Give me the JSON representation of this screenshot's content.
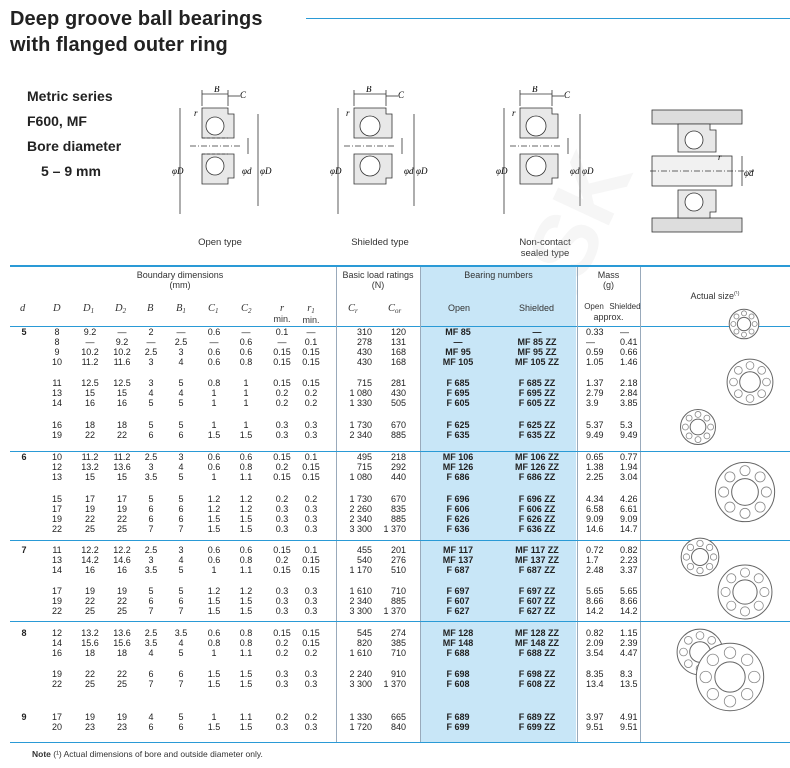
{
  "title": {
    "line1": "Deep groove ball bearings",
    "line2": "with flanged outer ring"
  },
  "series": {
    "line1": "Metric series",
    "line2": "F600, MF",
    "line3": "Bore diameter",
    "line4": "5 – 9 mm"
  },
  "diagrams": {
    "open": "Open type",
    "shielded": "Shielded type",
    "noncontact_1": "Non-contact",
    "noncontact_2": "sealed type"
  },
  "diagram_labels": {
    "B": "B",
    "C1": "C",
    "B1": "B",
    "C2": "C",
    "r": "r",
    "r1": "r",
    "D": "φD",
    "d": "φd",
    "D1": "φD",
    "D2": "φD",
    "rb": "r",
    "db": "φd"
  },
  "table_header": {
    "boundary": "Boundary dimensions",
    "boundary_unit": "(mm)",
    "load": "Basic load ratings",
    "load_unit": "(N)",
    "numbers": "Bearing numbers",
    "open": "Open",
    "shielded": "Shielded",
    "mass": "Mass",
    "mass_unit": "(g)",
    "mass_open": "Open",
    "mass_shielded": "Shielded",
    "approx": "approx.",
    "actual": "Actual size",
    "min": "min.",
    "cols": [
      "d",
      "D",
      "D1",
      "D2",
      "B",
      "B1",
      "C1",
      "C2",
      "r",
      "r1",
      "Cr",
      "Cor"
    ]
  },
  "rows": [
    {
      "d": "5",
      "D": "8",
      "D1": "9.2",
      "D2": "—",
      "B": "2",
      "B1": "—",
      "C1": "0.6",
      "C2": "—",
      "r": "0.1",
      "r1": "—",
      "Cr": "310",
      "Cor": "120",
      "open": "MF 85",
      "shield": "—",
      "mo": "0.33",
      "ms": "—"
    },
    {
      "d": "",
      "D": "8",
      "D1": "—",
      "D2": "9.2",
      "B": "—",
      "B1": "2.5",
      "C1": "—",
      "C2": "0.6",
      "r": "—",
      "r1": "0.1",
      "Cr": "278",
      "Cor": "131",
      "open": "—",
      "shield": "MF 85 ZZ",
      "mo": "—",
      "ms": "0.41"
    },
    {
      "d": "",
      "D": "9",
      "D1": "10.2",
      "D2": "10.2",
      "B": "2.5",
      "B1": "3",
      "C1": "0.6",
      "C2": "0.6",
      "r": "0.15",
      "r1": "0.15",
      "Cr": "430",
      "Cor": "168",
      "open": "MF 95",
      "shield": "MF 95 ZZ",
      "mo": "0.59",
      "ms": "0.66"
    },
    {
      "d": "",
      "D": "10",
      "D1": "11.2",
      "D2": "11.6",
      "B": "3",
      "B1": "4",
      "C1": "0.6",
      "C2": "0.8",
      "r": "0.15",
      "r1": "0.15",
      "Cr": "430",
      "Cor": "168",
      "open": "MF 105",
      "shield": "MF 105 ZZ",
      "mo": "1.05",
      "ms": "1.46"
    },
    {
      "d": "",
      "D": "11",
      "D1": "12.5",
      "D2": "12.5",
      "B": "3",
      "B1": "5",
      "C1": "0.8",
      "C2": "1",
      "r": "0.15",
      "r1": "0.15",
      "Cr": "715",
      "Cor": "281",
      "open": "F 685",
      "shield": "F 685 ZZ",
      "mo": "1.37",
      "ms": "2.18"
    },
    {
      "d": "",
      "D": "13",
      "D1": "15",
      "D2": "15",
      "B": "4",
      "B1": "4",
      "C1": "1",
      "C2": "1",
      "r": "0.2",
      "r1": "0.2",
      "Cr": "1 080",
      "Cor": "430",
      "open": "F 695",
      "shield": "F 695 ZZ",
      "mo": "2.79",
      "ms": "2.84"
    },
    {
      "d": "",
      "D": "14",
      "D1": "16",
      "D2": "16",
      "B": "5",
      "B1": "5",
      "C1": "1",
      "C2": "1",
      "r": "0.2",
      "r1": "0.2",
      "Cr": "1 330",
      "Cor": "505",
      "open": "F 605",
      "shield": "F 605 ZZ",
      "mo": "3.9",
      "ms": "3.85"
    },
    {
      "d": "",
      "D": "16",
      "D1": "18",
      "D2": "18",
      "B": "5",
      "B1": "5",
      "C1": "1",
      "C2": "1",
      "r": "0.3",
      "r1": "0.3",
      "Cr": "1 730",
      "Cor": "670",
      "open": "F 625",
      "shield": "F 625 ZZ",
      "mo": "5.37",
      "ms": "5.3"
    },
    {
      "d": "",
      "D": "19",
      "D1": "22",
      "D2": "22",
      "B": "6",
      "B1": "6",
      "C1": "1.5",
      "C2": "1.5",
      "r": "0.3",
      "r1": "0.3",
      "Cr": "2 340",
      "Cor": "885",
      "open": "F 635",
      "shield": "F 635 ZZ",
      "mo": "9.49",
      "ms": "9.49"
    },
    {
      "d": "6",
      "D": "10",
      "D1": "11.2",
      "D2": "11.2",
      "B": "2.5",
      "B1": "3",
      "C1": "0.6",
      "C2": "0.6",
      "r": "0.15",
      "r1": "0.1",
      "Cr": "495",
      "Cor": "218",
      "open": "MF 106",
      "shield": "MF 106 ZZ",
      "mo": "0.65",
      "ms": "0.77"
    },
    {
      "d": "",
      "D": "12",
      "D1": "13.2",
      "D2": "13.6",
      "B": "3",
      "B1": "4",
      "C1": "0.6",
      "C2": "0.8",
      "r": "0.2",
      "r1": "0.15",
      "Cr": "715",
      "Cor": "292",
      "open": "MF 126",
      "shield": "MF 126 ZZ",
      "mo": "1.38",
      "ms": "1.94"
    },
    {
      "d": "",
      "D": "13",
      "D1": "15",
      "D2": "15",
      "B": "3.5",
      "B1": "5",
      "C1": "1",
      "C2": "1.1",
      "r": "0.15",
      "r1": "0.15",
      "Cr": "1 080",
      "Cor": "440",
      "open": "F 686",
      "shield": "F 686 ZZ",
      "mo": "2.25",
      "ms": "3.04"
    },
    {
      "d": "",
      "D": "15",
      "D1": "17",
      "D2": "17",
      "B": "5",
      "B1": "5",
      "C1": "1.2",
      "C2": "1.2",
      "r": "0.2",
      "r1": "0.2",
      "Cr": "1 730",
      "Cor": "670",
      "open": "F 696",
      "shield": "F 696 ZZ",
      "mo": "4.34",
      "ms": "4.26"
    },
    {
      "d": "",
      "D": "17",
      "D1": "19",
      "D2": "19",
      "B": "6",
      "B1": "6",
      "C1": "1.2",
      "C2": "1.2",
      "r": "0.3",
      "r1": "0.3",
      "Cr": "2 260",
      "Cor": "835",
      "open": "F 606",
      "shield": "F 606 ZZ",
      "mo": "6.58",
      "ms": "6.61"
    },
    {
      "d": "",
      "D": "19",
      "D1": "22",
      "D2": "22",
      "B": "6",
      "B1": "6",
      "C1": "1.5",
      "C2": "1.5",
      "r": "0.3",
      "r1": "0.3",
      "Cr": "2 340",
      "Cor": "885",
      "open": "F 626",
      "shield": "F 626 ZZ",
      "mo": "9.09",
      "ms": "9.09"
    },
    {
      "d": "",
      "D": "22",
      "D1": "25",
      "D2": "25",
      "B": "7",
      "B1": "7",
      "C1": "1.5",
      "C2": "1.5",
      "r": "0.3",
      "r1": "0.3",
      "Cr": "3 300",
      "Cor": "1 370",
      "open": "F 636",
      "shield": "F 636 ZZ",
      "mo": "14.6",
      "ms": "14.7"
    },
    {
      "d": "7",
      "D": "11",
      "D1": "12.2",
      "D2": "12.2",
      "B": "2.5",
      "B1": "3",
      "C1": "0.6",
      "C2": "0.6",
      "r": "0.15",
      "r1": "0.1",
      "Cr": "455",
      "Cor": "201",
      "open": "MF 117",
      "shield": "MF 117 ZZ",
      "mo": "0.72",
      "ms": "0.82"
    },
    {
      "d": "",
      "D": "13",
      "D1": "14.2",
      "D2": "14.6",
      "B": "3",
      "B1": "4",
      "C1": "0.6",
      "C2": "0.8",
      "r": "0.2",
      "r1": "0.15",
      "Cr": "540",
      "Cor": "276",
      "open": "MF 137",
      "shield": "MF 137 ZZ",
      "mo": "1.7",
      "ms": "2.23"
    },
    {
      "d": "",
      "D": "14",
      "D1": "16",
      "D2": "16",
      "B": "3.5",
      "B1": "5",
      "C1": "1",
      "C2": "1.1",
      "r": "0.15",
      "r1": "0.15",
      "Cr": "1 170",
      "Cor": "510",
      "open": "F 687",
      "shield": "F 687 ZZ",
      "mo": "2.48",
      "ms": "3.37"
    },
    {
      "d": "",
      "D": "17",
      "D1": "19",
      "D2": "19",
      "B": "5",
      "B1": "5",
      "C1": "1.2",
      "C2": "1.2",
      "r": "0.3",
      "r1": "0.3",
      "Cr": "1 610",
      "Cor": "710",
      "open": "F 697",
      "shield": "F 697 ZZ",
      "mo": "5.65",
      "ms": "5.65"
    },
    {
      "d": "",
      "D": "19",
      "D1": "22",
      "D2": "22",
      "B": "6",
      "B1": "6",
      "C1": "1.5",
      "C2": "1.5",
      "r": "0.3",
      "r1": "0.3",
      "Cr": "2 340",
      "Cor": "885",
      "open": "F 607",
      "shield": "F 607 ZZ",
      "mo": "8.66",
      "ms": "8.66"
    },
    {
      "d": "",
      "D": "22",
      "D1": "25",
      "D2": "25",
      "B": "7",
      "B1": "7",
      "C1": "1.5",
      "C2": "1.5",
      "r": "0.3",
      "r1": "0.3",
      "Cr": "3 300",
      "Cor": "1 370",
      "open": "F 627",
      "shield": "F 627 ZZ",
      "mo": "14.2",
      "ms": "14.2"
    },
    {
      "d": "8",
      "D": "12",
      "D1": "13.2",
      "D2": "13.6",
      "B": "2.5",
      "B1": "3.5",
      "C1": "0.6",
      "C2": "0.8",
      "r": "0.15",
      "r1": "0.15",
      "Cr": "545",
      "Cor": "274",
      "open": "MF 128",
      "shield": "MF 128 ZZ",
      "mo": "0.82",
      "ms": "1.15"
    },
    {
      "d": "",
      "D": "14",
      "D1": "15.6",
      "D2": "15.6",
      "B": "3.5",
      "B1": "4",
      "C1": "0.8",
      "C2": "0.8",
      "r": "0.2",
      "r1": "0.15",
      "Cr": "820",
      "Cor": "385",
      "open": "MF 148",
      "shield": "MF 148 ZZ",
      "mo": "2.09",
      "ms": "2.39"
    },
    {
      "d": "",
      "D": "16",
      "D1": "18",
      "D2": "18",
      "B": "4",
      "B1": "5",
      "C1": "1",
      "C2": "1.1",
      "r": "0.2",
      "r1": "0.2",
      "Cr": "1 610",
      "Cor": "710",
      "open": "F 688",
      "shield": "F 688 ZZ",
      "mo": "3.54",
      "ms": "4.47"
    },
    {
      "d": "",
      "D": "19",
      "D1": "22",
      "D2": "22",
      "B": "6",
      "B1": "6",
      "C1": "1.5",
      "C2": "1.5",
      "r": "0.3",
      "r1": "0.3",
      "Cr": "2 240",
      "Cor": "910",
      "open": "F 698",
      "shield": "F 698 ZZ",
      "mo": "8.35",
      "ms": "8.3"
    },
    {
      "d": "",
      "D": "22",
      "D1": "25",
      "D2": "25",
      "B": "7",
      "B1": "7",
      "C1": "1.5",
      "C2": "1.5",
      "r": "0.3",
      "r1": "0.3",
      "Cr": "3 300",
      "Cor": "1 370",
      "open": "F 608",
      "shield": "F 608 ZZ",
      "mo": "13.4",
      "ms": "13.5"
    },
    {
      "d": "9",
      "D": "17",
      "D1": "19",
      "D2": "19",
      "B": "4",
      "B1": "5",
      "C1": "1",
      "C2": "1.1",
      "r": "0.2",
      "r1": "0.2",
      "Cr": "1 330",
      "Cor": "665",
      "open": "F 689",
      "shield": "F 689 ZZ",
      "mo": "3.97",
      "ms": "4.91"
    },
    {
      "d": "",
      "D": "20",
      "D1": "23",
      "D2": "23",
      "B": "6",
      "B1": "6",
      "C1": "1.5",
      "C2": "1.5",
      "r": "0.3",
      "r1": "0.3",
      "Cr": "1 720",
      "Cor": "840",
      "open": "F 699",
      "shield": "F 699 ZZ",
      "mo": "9.51",
      "ms": "9.51"
    }
  ],
  "note": {
    "label": "Note",
    "text": "Actual dimensions of bore and outside diameter only."
  }
}
